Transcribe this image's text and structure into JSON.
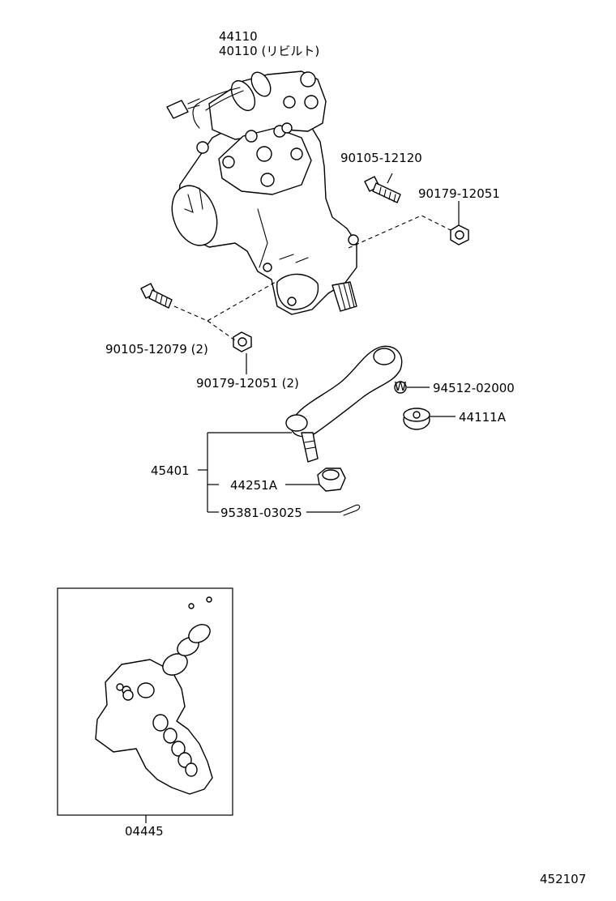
{
  "diagram_id": "452107",
  "labels": {
    "l_44110": "44110",
    "l_40110": "40110 (リビルト)",
    "l_90105_12120": "90105-12120",
    "l_90179_12051": "90179-12051",
    "l_90105_12079": "90105-12079 (2)",
    "l_90179_12051_2": "90179-12051 (2)",
    "l_94512_02000": "94512-02000",
    "l_44111A": "44111A",
    "l_45401": "45401",
    "l_44251A": "44251A",
    "l_95381_03025": "95381-03025",
    "l_04445": "04445",
    "washer_mark": "W"
  }
}
